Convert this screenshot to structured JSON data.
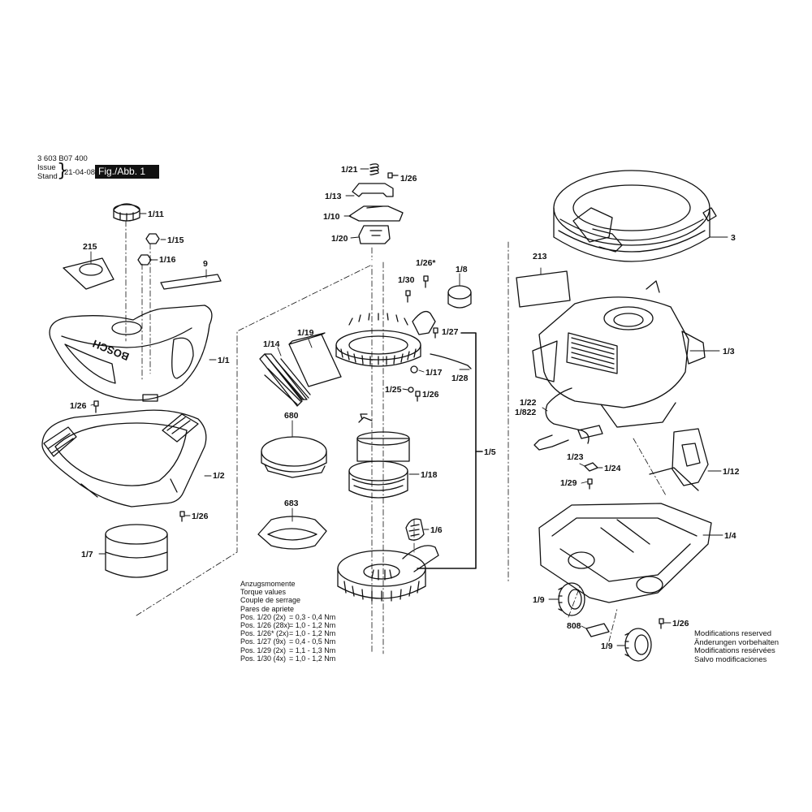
{
  "header": {
    "doc_number": "3 603 B07 400",
    "issue_label": "Issue",
    "stand_label": "Stand",
    "date": "21-04-08",
    "figure_label": "Fig./Abb. 1"
  },
  "callouts": [
    "1/21",
    "1/26",
    "1/13",
    "1/10",
    "1/20",
    "1/11",
    "1/15",
    "1/16",
    "215",
    "9",
    "1/1",
    "1/26",
    "1/2",
    "1/26",
    "1/7",
    "1/26*",
    "1/8",
    "1/30",
    "1/27",
    "1/19",
    "1/14",
    "1/17",
    "1/28",
    "1/25",
    "1/26",
    "680",
    "1/18",
    "1/5",
    "683",
    "1/6",
    "3",
    "213",
    "1/3",
    "1/22",
    "1/822",
    "1/23",
    "1/24",
    "1/29",
    "1/12",
    "1/4",
    "1/9",
    "808",
    "1/26",
    "1/9"
  ],
  "torque": {
    "titles": [
      "Anzugsmomente",
      "Torque values",
      "Couple de serrage",
      "Pares de apriete"
    ],
    "rows": [
      {
        "pos": "Pos. 1/20 (2x)",
        "value": "= 0,3 - 0,4 Nm"
      },
      {
        "pos": "Pos. 1/26 (28x)",
        "value": "= 1,0 - 1,2 Nm"
      },
      {
        "pos": "Pos. 1/26* (2x)",
        "value": "= 1,0 - 1,2 Nm"
      },
      {
        "pos": "Pos. 1/27 (9x)",
        "value": "= 0,4 - 0,5 Nm"
      },
      {
        "pos": "Pos. 1/29 (2x)",
        "value": "= 1,1 - 1,3 Nm"
      },
      {
        "pos": "Pos. 1/30 (4x)",
        "value": "= 1,0 - 1,2 Nm"
      }
    ]
  },
  "modifications": [
    "Modifications reserved",
    "Änderungen vorbehalten",
    "Modifications resérvées",
    "Salvo modificaciones"
  ],
  "brand_text": "BOSCH"
}
